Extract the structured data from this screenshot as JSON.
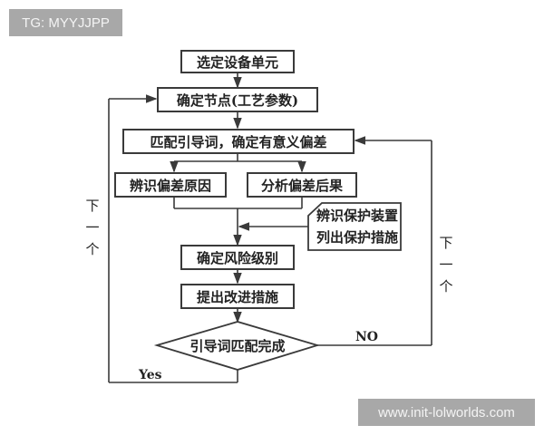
{
  "watermarks": {
    "top_left": "TG: MYYJJPP",
    "bottom_right": "www.init-lolworlds.com"
  },
  "flowchart": {
    "nodes": {
      "select_unit": "选定设备单元",
      "determine_node": "确定节点(工艺参数)",
      "match_guideword": "匹配引导词，确定有意义偏差",
      "identify_cause": "辨识偏差原因",
      "analyze_consequence": "分析偏差后果",
      "protection_line1": "辨识保护装置",
      "protection_line2": "列出保护措施",
      "risk_level": "确定风险级别",
      "improvement": "提出改进措施",
      "decision": "引导词匹配完成"
    },
    "edge_labels": {
      "yes": "Yes",
      "no": "NO",
      "next_left": [
        "下",
        "一",
        "个"
      ],
      "next_right": [
        "下",
        "一",
        "个"
      ]
    },
    "line_color": "#3a3a3a"
  }
}
